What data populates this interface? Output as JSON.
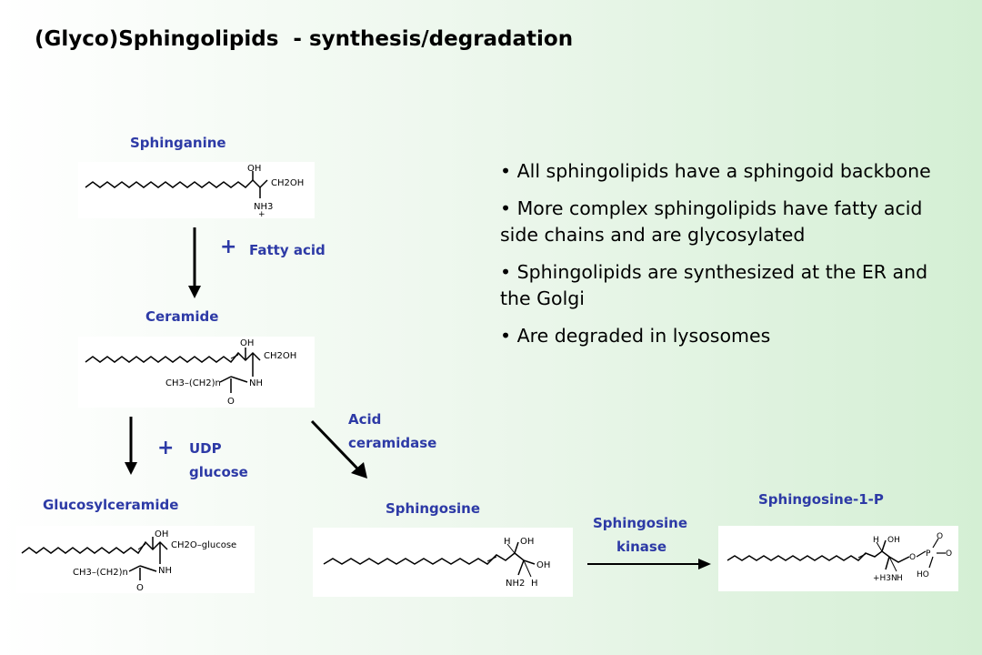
{
  "title": "(Glyco)Sphingolipids  - synthesis/degradation",
  "molecules": {
    "sphinganine": "Sphinganine",
    "ceramide": "Ceramide",
    "glucosylceramide": "Glucosylceramide",
    "sphingosine": "Sphingosine",
    "s1p": "Sphingosine-1-P"
  },
  "reagents": {
    "plus1": "+",
    "fatty_acid": "Fatty acid",
    "plus2": "+",
    "udp": "UDP",
    "glucose": "glucose"
  },
  "enzymes": {
    "acid": "Acid",
    "ceramidase": "ceramidase",
    "sph": "Sphingosine",
    "kinase": "kinase"
  },
  "bullets": [
    "• All sphingolipids have a sphingoid backbone",
    "• More complex sphingolipids have fatty acid side chains and are glycosylated",
    "• Sphingolipids are synthesized at the ER and the Golgi",
    "• Are degraded in lysosomes"
  ],
  "structure_labels": {
    "oh": "OH",
    "ch2oh": "CH2OH",
    "nh3": "NH3",
    "nh": "NH",
    "acyl": "CH3–(CH2)n",
    "o": "O",
    "ch2o_glucose": "CH2O–glucose",
    "h": "H",
    "nh2": "NH2",
    "p": "P",
    "ho": "HO",
    "h2n": "+H3N"
  }
}
